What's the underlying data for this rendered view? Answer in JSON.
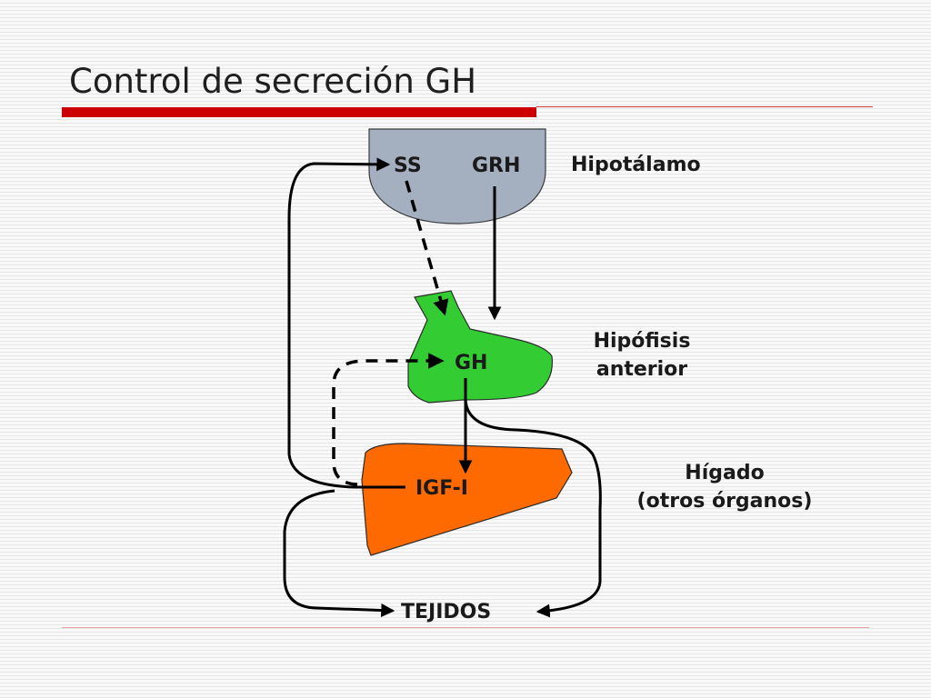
{
  "slide": {
    "title": "Control de secreción GH"
  },
  "diagram": {
    "labels": {
      "ss": "SS",
      "grh": "GRH",
      "gh": "GH",
      "igf": "IGF-I",
      "tejidos": "TEJIDOS",
      "hipotalamo": "Hipotálamo",
      "hipofisis_1": "Hipófisis",
      "hipofisis_2": "anterior",
      "higado_1": "Hígado",
      "higado_2": "(otros órganos)"
    },
    "colors": {
      "hypothalamus": "#a4b0bf",
      "pituitary": "#33cc33",
      "liver": "#ff6a00",
      "arrow": "#000000",
      "title_rule": "#cc0000"
    }
  }
}
